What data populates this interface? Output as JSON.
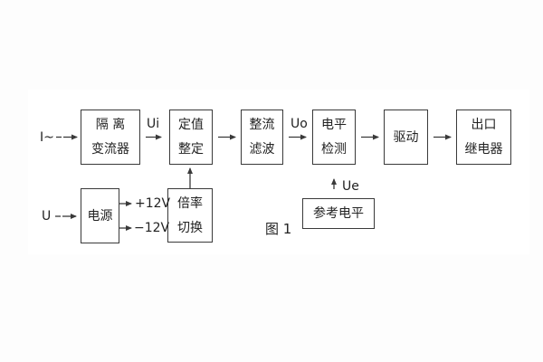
{
  "figure": {
    "caption": "图 1"
  },
  "colors": {
    "background": "#fdfdfd",
    "panel": "#ffffff",
    "line": "#3a3a3a",
    "text": "#222222"
  },
  "blocks": [
    {
      "id": "isolation-transformer",
      "line1": "隔 离",
      "line2": "变流器"
    },
    {
      "id": "value-setting",
      "line1": "定值",
      "line2": "整定"
    },
    {
      "id": "rectifier-filter",
      "line1": "整流",
      "line2": "滤波"
    },
    {
      "id": "level-detection",
      "line1": "电平",
      "line2": "检测"
    },
    {
      "id": "drive",
      "line1": "驱动"
    },
    {
      "id": "output-relay",
      "line1": "出口",
      "line2": "继电器"
    },
    {
      "id": "power-supply",
      "line1": "电源"
    },
    {
      "id": "ratio-switch",
      "line1": "倍率",
      "line2": "切换"
    },
    {
      "id": "reference-level",
      "line1": "参考电平"
    }
  ],
  "signals": {
    "input_current": "I~",
    "input_voltage": "U",
    "ui": "Ui",
    "uo": "Uo",
    "ue": "Ue",
    "rail_positive": "+12V",
    "rail_negative": "−12V"
  }
}
